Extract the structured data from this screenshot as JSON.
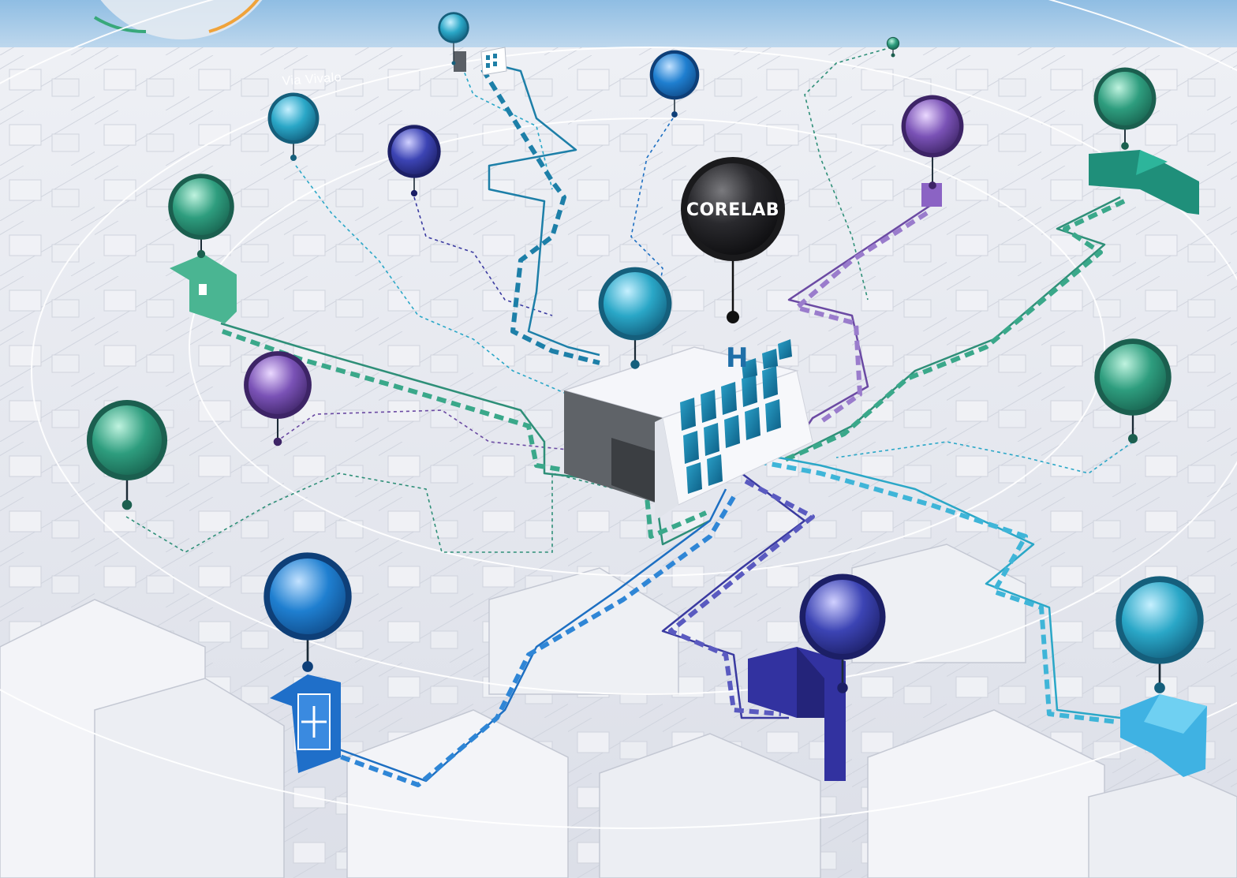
{
  "map": {
    "street_label": "Via Vivalo",
    "hub_label": "CORELAB",
    "hospital_mark": "H"
  },
  "colors": {
    "background": "#e4e7ef",
    "sky": "#9fc7e6",
    "hub": "#1a1a1c",
    "teal": "#2e8f78",
    "cyan": "#2aa7c7",
    "blue": "#1d6fc2",
    "indigo": "#3a3aa0",
    "purple": "#6b4aa3",
    "violet": "#8b6cc0"
  },
  "nodes": [
    {
      "name": "node-top-hospital",
      "color": "cyan",
      "icon": "small-hospital-icon"
    },
    {
      "name": "node-distant",
      "color": "teal",
      "icon": "pin-icon"
    },
    {
      "name": "node-top-center",
      "color": "blue",
      "icon": "pin-icon"
    },
    {
      "name": "node-top-left",
      "color": "cyan",
      "icon": "pin-icon"
    },
    {
      "name": "node-left-indigo",
      "color": "indigo",
      "icon": "pin-icon"
    },
    {
      "name": "node-house",
      "color": "teal",
      "icon": "house-icon"
    },
    {
      "name": "node-right-purple",
      "color": "purple",
      "icon": "building-icon"
    },
    {
      "name": "node-far-right",
      "color": "teal",
      "icon": "building-icon"
    },
    {
      "name": "node-center",
      "color": "cyan",
      "icon": "pin-icon"
    },
    {
      "name": "node-mid-left-purple",
      "color": "purple",
      "icon": "pin-icon"
    },
    {
      "name": "node-left-teal",
      "color": "teal",
      "icon": "pin-icon"
    },
    {
      "name": "node-right-teal",
      "color": "teal",
      "icon": "pin-icon"
    },
    {
      "name": "node-clinic",
      "color": "blue",
      "icon": "clinic-icon"
    },
    {
      "name": "node-indigo-building",
      "color": "indigo",
      "icon": "building-icon"
    },
    {
      "name": "node-bottom-right",
      "color": "cyan",
      "icon": "building-icon"
    }
  ]
}
